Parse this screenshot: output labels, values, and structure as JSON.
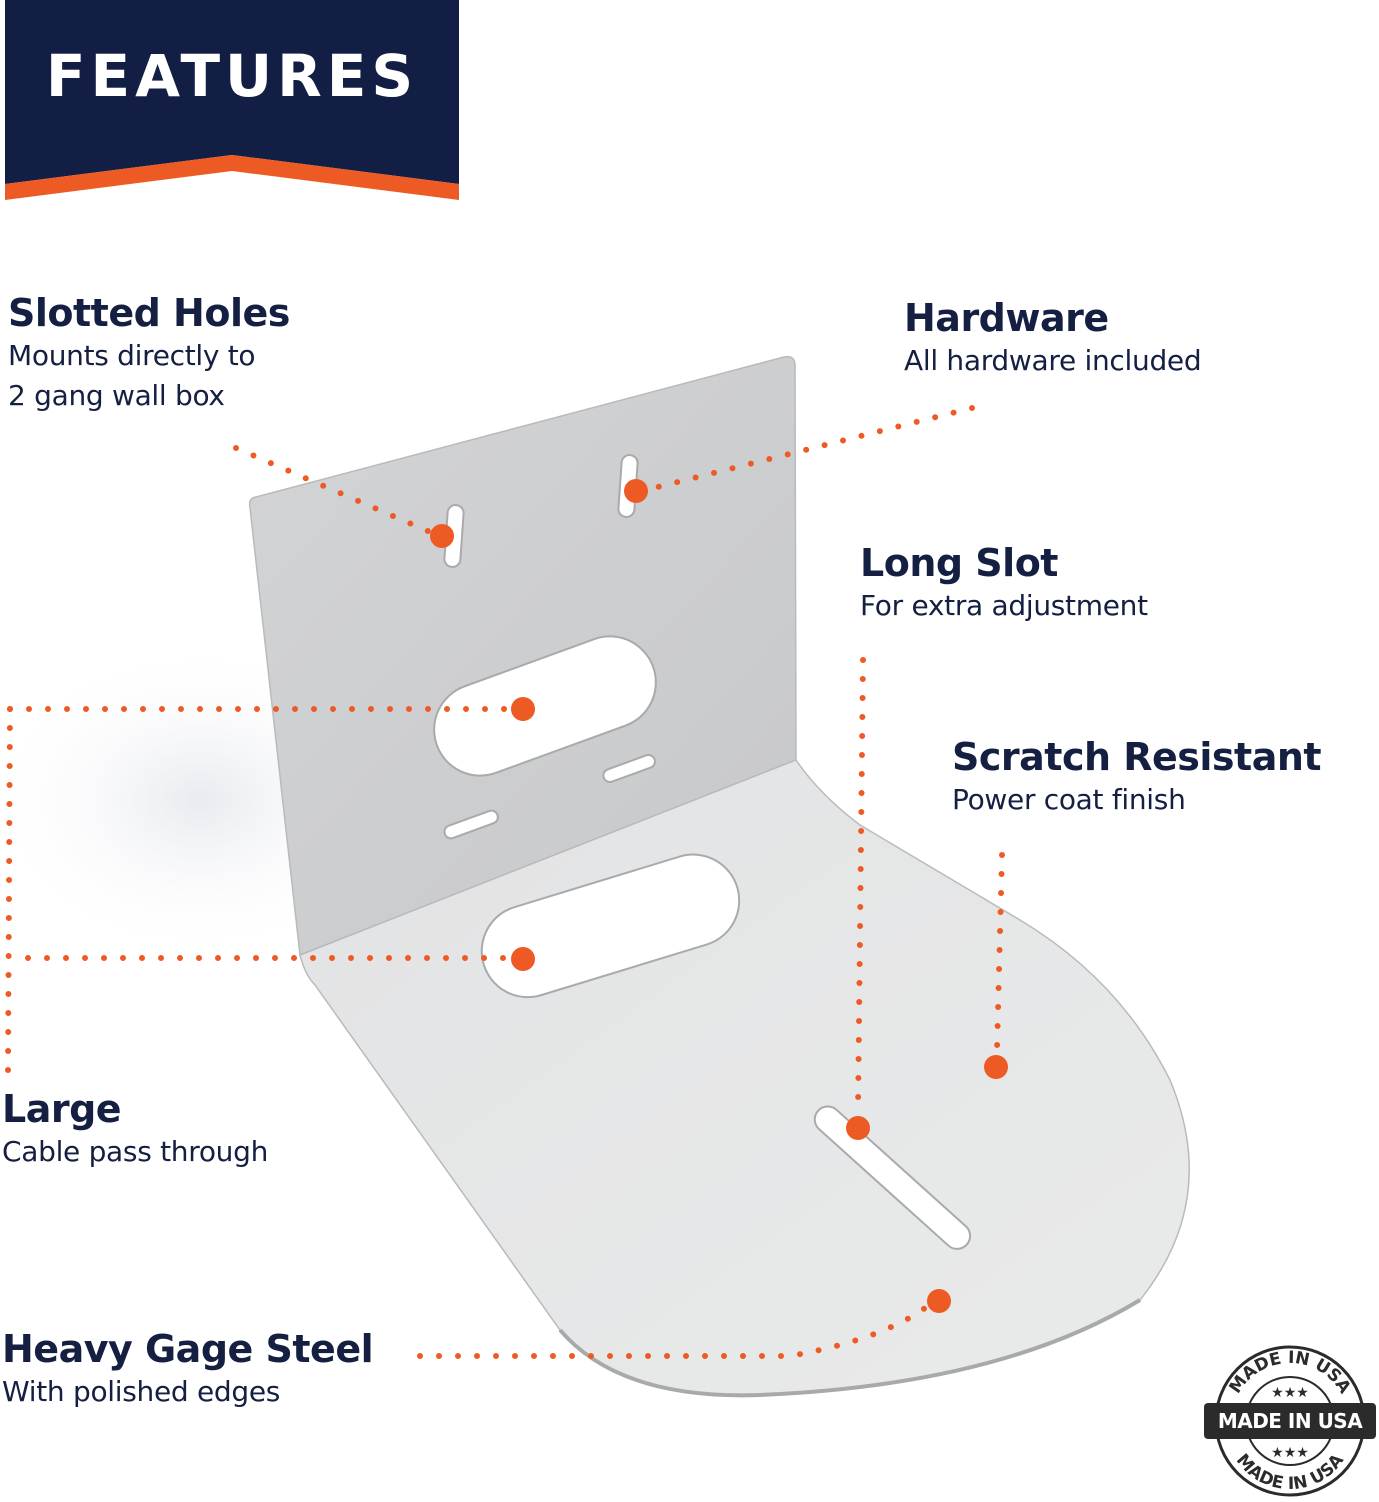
{
  "banner": {
    "title": "FEATURES",
    "colors": {
      "background": "#131e45",
      "stripe": "#ee5a24",
      "text": "#ffffff"
    }
  },
  "accent_color": "#ee5a24",
  "text_color": "#141f42",
  "features": [
    {
      "id": "slotted-holes",
      "title": "Slotted Holes",
      "desc_lines": [
        "Mounts directly to",
        "2 gang wall box"
      ]
    },
    {
      "id": "hardware",
      "title": "Hardware",
      "desc_lines": [
        "All hardware included"
      ]
    },
    {
      "id": "long-slot",
      "title": "Long Slot",
      "desc_lines": [
        "For extra adjustment"
      ]
    },
    {
      "id": "scratch-resistant",
      "title": "Scratch Resistant",
      "desc_lines": [
        "Power coat finish"
      ]
    },
    {
      "id": "large",
      "title": "Large",
      "desc_lines": [
        "Cable pass through"
      ]
    },
    {
      "id": "heavy-gage-steel",
      "title": "Heavy Gage Steel",
      "desc_lines": [
        "With polished edges"
      ]
    }
  ],
  "badge": {
    "arc_top": "MADE IN USA",
    "band": "MADE IN USA",
    "arc_bottom": "MADE IN USA",
    "stars": "★★★"
  }
}
